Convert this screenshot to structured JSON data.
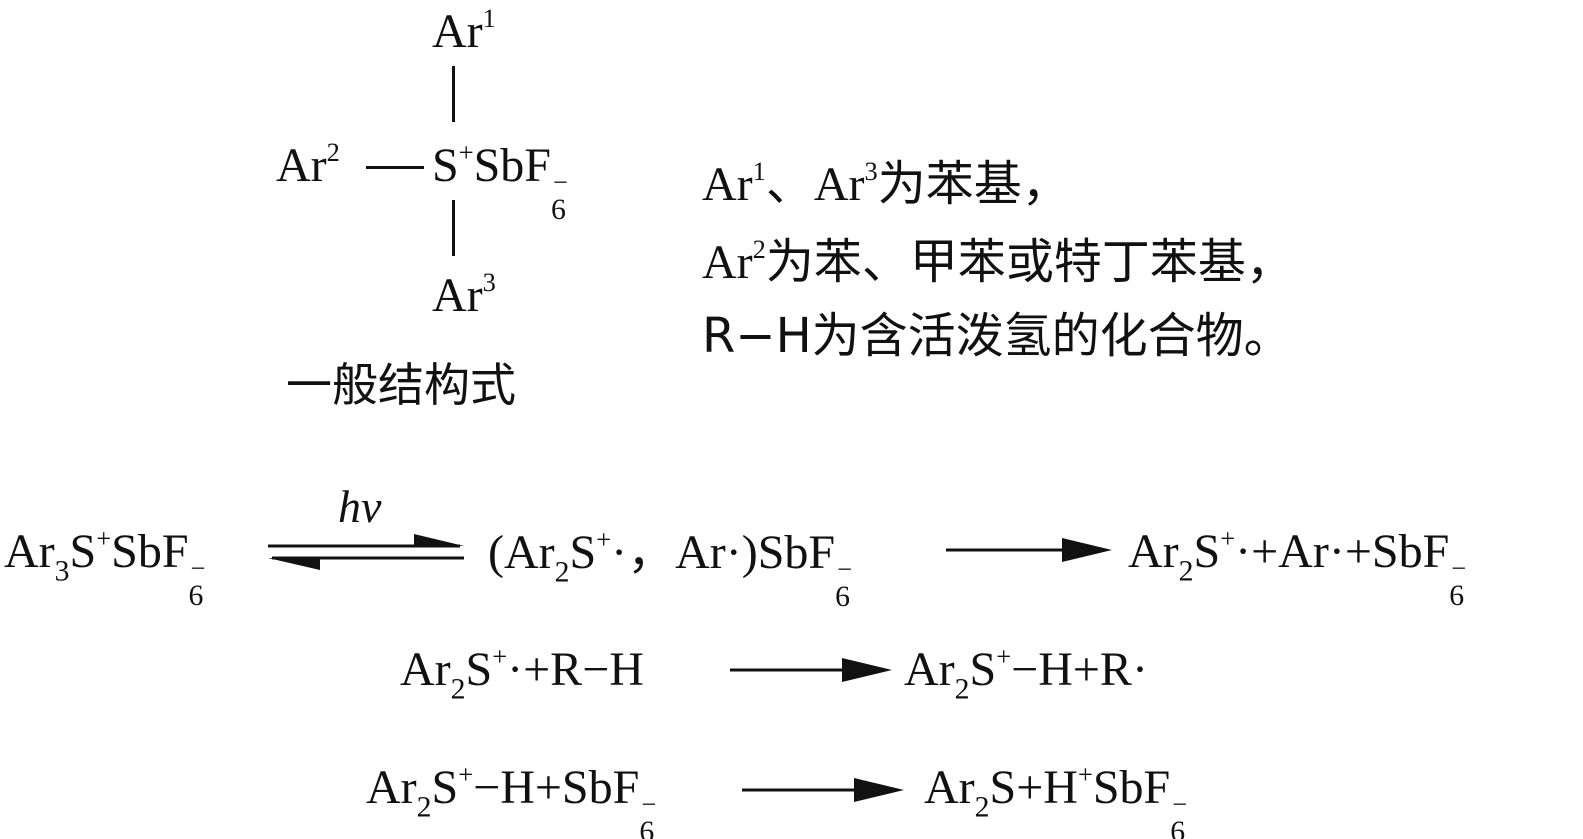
{
  "structure": {
    "ar1": "Ar",
    "ar1_sup": "1",
    "ar2": "Ar",
    "ar2_sup": "2",
    "center": "S",
    "center_sup": "+",
    "anion": "SbF",
    "anion_sup": "−",
    "anion_sub": "6",
    "ar3": "Ar",
    "ar3_sup": "3",
    "caption": "一般结构式"
  },
  "notes": {
    "line1_a": "Ar",
    "line1_a_sup": "1",
    "line1_sep": "、",
    "line1_b": "Ar",
    "line1_b_sup": "3",
    "line1_tail": "为苯基，",
    "line2_a": "Ar",
    "line2_a_sup": "2",
    "line2_tail": "为苯、甲苯或特丁苯基，",
    "line3": "R−H为含活泼氢的化合物。"
  },
  "reactions": {
    "r1_left": {
      "a": "Ar",
      "a_sub": "3",
      "b": "S",
      "b_sup": "+",
      "c": "SbF",
      "c_sup": "−",
      "c_sub": "6"
    },
    "r1_condition": "hv",
    "r1_mid": {
      "open": "(Ar",
      "sub1": "2",
      "s": "S",
      "s_sup": "+",
      "dot1": "·",
      "comma": "，",
      "ar": "Ar",
      "dot2": "·",
      "close": ")SbF",
      "c_sup": "−",
      "c_sub": "6"
    },
    "r1_right": {
      "a": "Ar",
      "a_sub": "2",
      "s": "S",
      "s_sup": "+",
      "rest": "·+Ar·+SbF",
      "c_sup": "−",
      "c_sub": "6"
    },
    "r2_left": {
      "a": "Ar",
      "a_sub": "2",
      "s": "S",
      "s_sup": "+",
      "rest": "·+R−H"
    },
    "r2_right": {
      "a": "Ar",
      "a_sub": "2",
      "s": "S",
      "s_sup": "+",
      "rest": "−H+R·"
    },
    "r3_left": {
      "a": "Ar",
      "a_sub": "2",
      "s": "S",
      "s_sup": "+",
      "rest": "−H+SbF",
      "c_sup": "−",
      "c_sub": "6"
    },
    "r3_right": {
      "a": "Ar",
      "a_sub": "2",
      "s": "S+H",
      "s_sup": "+",
      "rest": "SbF",
      "c_sup": "−",
      "c_sub": "6"
    }
  }
}
